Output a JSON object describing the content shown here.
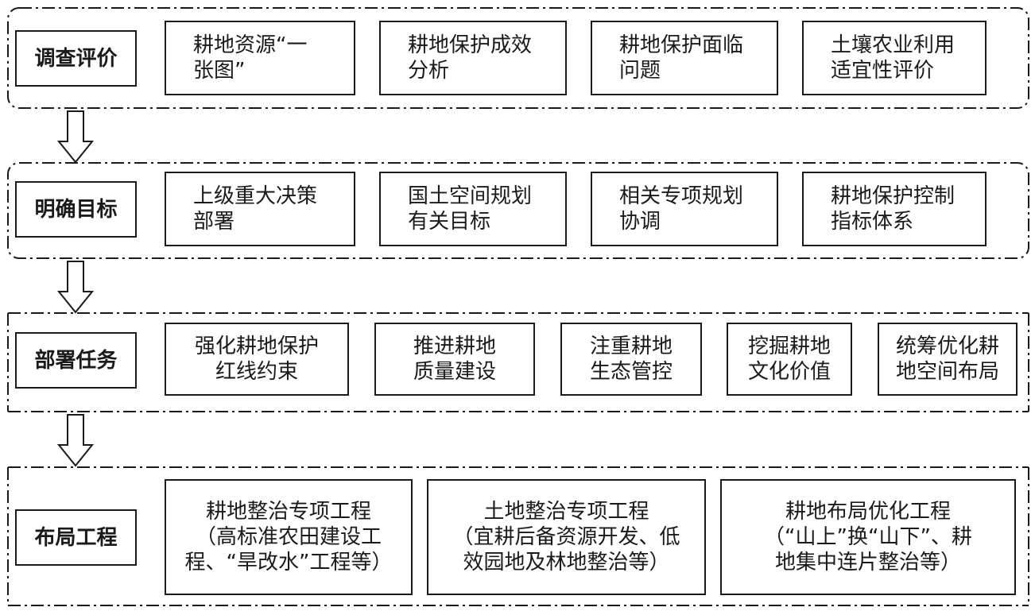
{
  "stages": [
    {
      "label": "调查评价",
      "items": [
        {
          "lines": [
            "耕地资源“一",
            "张图”"
          ]
        },
        {
          "lines": [
            "耕地保护成效",
            "分析"
          ]
        },
        {
          "lines": [
            "耕地保护面临",
            "问题"
          ]
        },
        {
          "lines": [
            "土壤农业利用",
            "适宜性评价"
          ]
        }
      ]
    },
    {
      "label": "明确目标",
      "items": [
        {
          "lines": [
            "上级重大决策",
            "部署"
          ]
        },
        {
          "lines": [
            "国土空间规划",
            "有关目标"
          ]
        },
        {
          "lines": [
            "相关专项规划",
            "协调"
          ]
        },
        {
          "lines": [
            "耕地保护控制",
            "指标体系"
          ]
        }
      ]
    },
    {
      "label": "部署任务",
      "items": [
        {
          "lines": [
            "强化耕地保护",
            "红线约束"
          ]
        },
        {
          "lines": [
            "推进耕地",
            "质量建设"
          ]
        },
        {
          "lines": [
            "注重耕地",
            "生态管控"
          ]
        },
        {
          "lines": [
            "挖掘耕地",
            "文化价值"
          ]
        },
        {
          "lines": [
            "统筹优化耕",
            "地空间布局"
          ]
        }
      ]
    },
    {
      "label": "布局工程",
      "items": [
        {
          "lines": [
            "耕地整治专项工程",
            "（高标准农田建设工",
            "程、“旱改水”工程等）"
          ]
        },
        {
          "lines": [
            "土地整治专项工程",
            "（宜耕后备资源开发、低",
            "效园地及林地整治等）"
          ]
        },
        {
          "lines": [
            "耕地布局优化工程",
            "（“山上”换“山下”、耕",
            "地集中连片整治等）"
          ]
        }
      ]
    }
  ]
}
